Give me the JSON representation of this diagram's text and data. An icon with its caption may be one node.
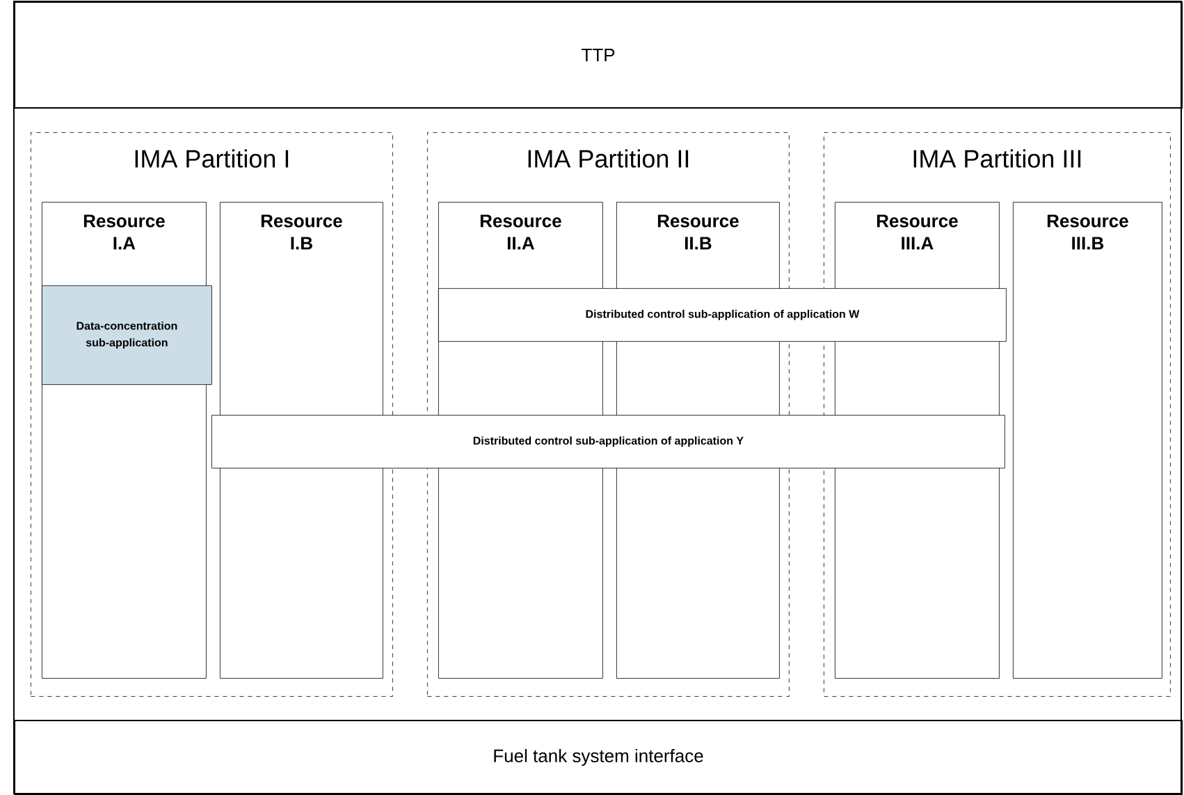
{
  "diagram": {
    "nodes": [
      {
        "text": [
          "TTP"
        ]
      },
      {
        "text": [
          "IMA Partition I"
        ]
      },
      {
        "text": [
          "Resource I.A"
        ],
        "in": 1
      },
      {
        "text": [
          "Resource I.B"
        ],
        "in": 1
      },
      {
        "text": [
          "IMA Partition II"
        ]
      },
      {
        "text": [
          "Resource II.A"
        ],
        "in": 4
      },
      {
        "text": [
          "Resource II.B"
        ],
        "in": 4
      },
      {
        "text": [
          "IMA Partition III"
        ]
      },
      {
        "text": [
          "Resource III.A"
        ],
        "in": 7
      },
      {
        "text": [
          "Resource III.B"
        ],
        "in": 7
      },
      {
        "text": [
          "Data-concentration sub-application"
        ],
        "in": 2
      },
      {
        "text": [
          "Distributed control sub-application of application W"
        ]
      },
      {
        "text": [
          "Distributed control sub-application of application Y"
        ]
      },
      {
        "text": [
          "Fuel tank system interface"
        ]
      }
    ]
  }
}
